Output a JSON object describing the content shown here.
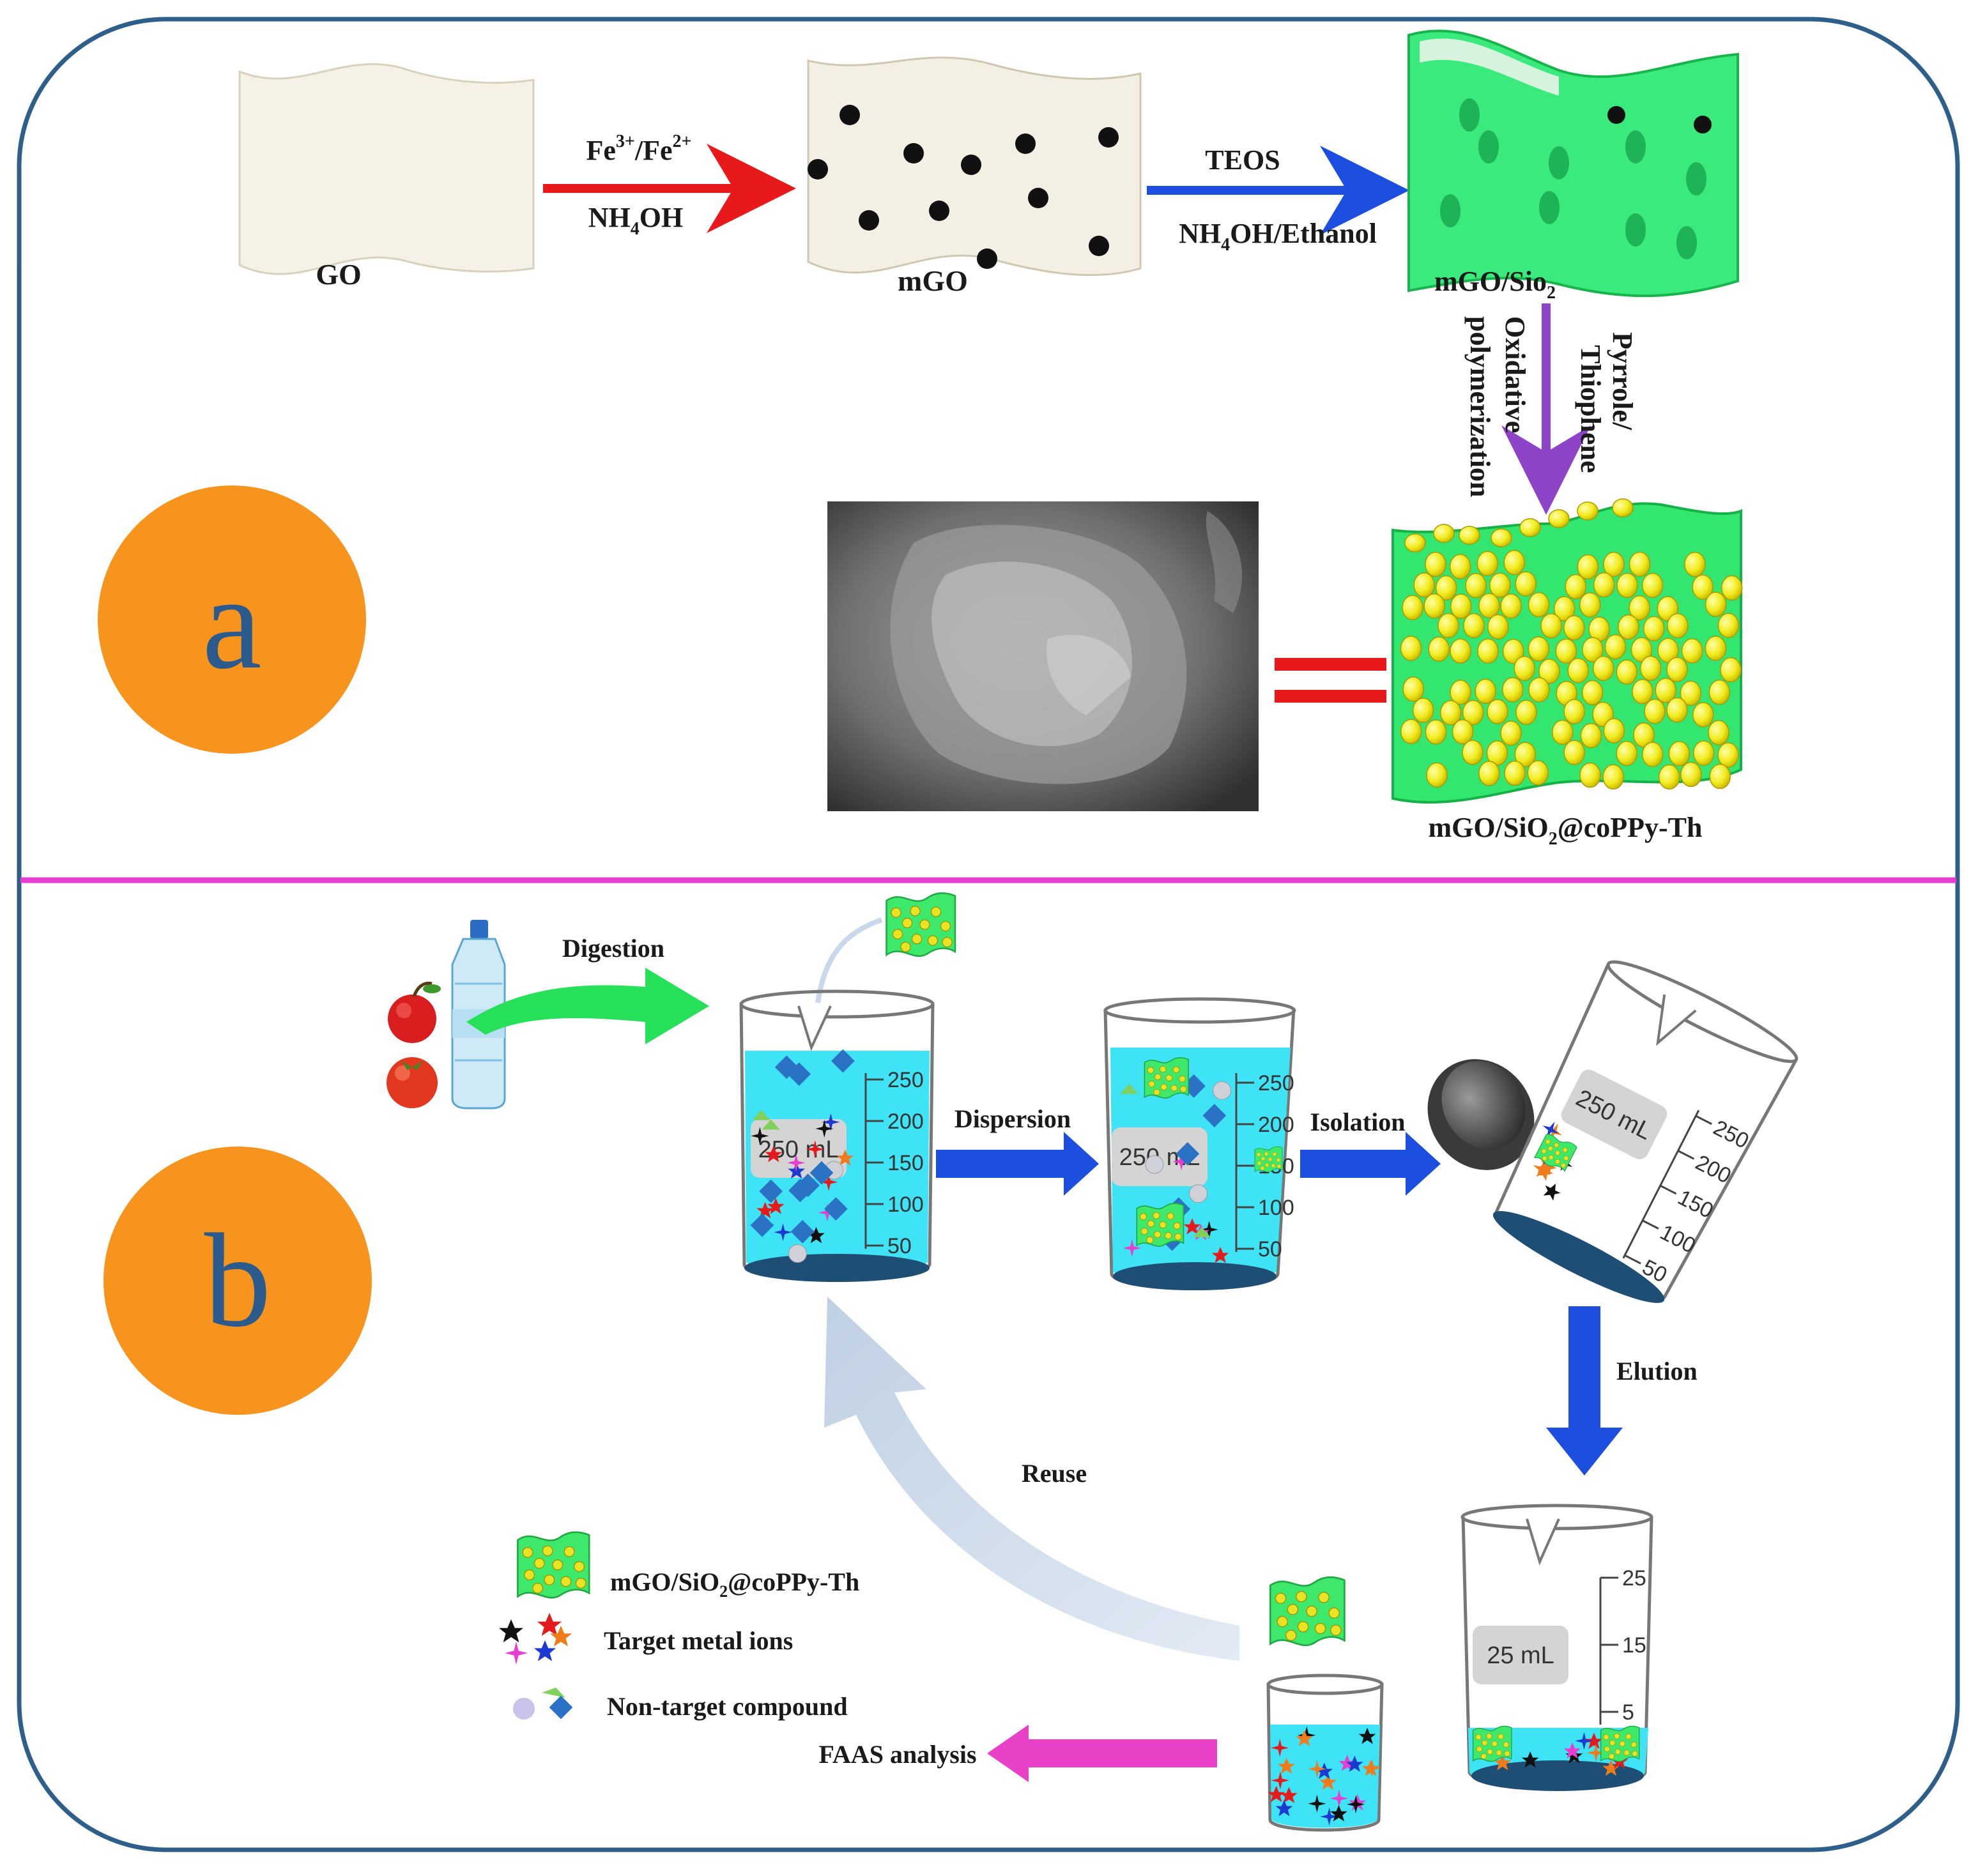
{
  "panel_a": {
    "badge": "a",
    "labels": {
      "go": "GO",
      "mgo": "mGO",
      "mgo_sio2": "mGO/Sio",
      "mgo_sio2_sub": "2",
      "product": "mGO/SiO",
      "product_sub": "2",
      "product_tail": "@coPPy-Th"
    },
    "arrows": {
      "step1_top": "Fe",
      "step1_top_sup1": "3+",
      "step1_top_mid": "/Fe",
      "step1_top_sup2": "2+",
      "step1_bottom": "NH",
      "step1_bottom_sub": "4",
      "step1_bottom_tail": "OH",
      "step2_top": "TEOS",
      "step2_bottom": "NH",
      "step2_bottom_sub": "4",
      "step2_bottom_tail": "OH/Ethanol",
      "step3_right_1": "Pyrrole/",
      "step3_right_2": "Thiophene",
      "step3_left_1": "Oxidative",
      "step3_left_2": "polymerization"
    }
  },
  "panel_b": {
    "badge": "b",
    "steps": {
      "digestion": "Digestion",
      "dispersion": "Dispersion",
      "isolation": "Isolation",
      "elution": "Elution",
      "reuse": "Reuse",
      "faas": "FAAS analysis"
    },
    "beakers": {
      "b1_volume": "250 mL",
      "b2_volume": "250 mL",
      "b3_volume": "250 mL",
      "b4_volume": "25 mL",
      "large_ticks": [
        "250",
        "200",
        "150",
        "100",
        "50"
      ],
      "small_ticks": [
        "25",
        "15",
        "5"
      ]
    },
    "legend": {
      "sorbent": "mGO/SiO",
      "sorbent_sub": "2",
      "sorbent_tail": "@coPPy-Th",
      "targets": "Target metal ions",
      "nontargets": "Non-target compound"
    }
  },
  "colors": {
    "frame": "#2e5f8a",
    "divider": "#e83ed0",
    "badge": "#f7941d",
    "badge_text": "#2a5b8c",
    "arrow_red": "#e8191b",
    "arrow_blue": "#1c4fe0",
    "arrow_purple": "#8e44c9",
    "arrow_magenta": "#e940c8",
    "arrow_green": "#26e05a",
    "sheet_green": "#2ee878",
    "sphere_yellow": "#f3ef2a",
    "liquid": "#3fe3f6"
  }
}
